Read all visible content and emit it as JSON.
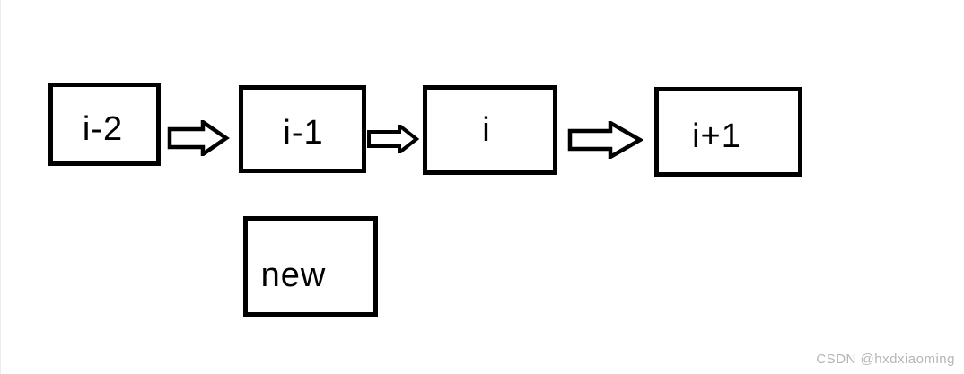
{
  "page": {
    "background": "#ffffff",
    "edge_line_color": "#ececec"
  },
  "diagram": {
    "kind": "linked-list-insertion",
    "nodes": [
      {
        "label": "i-2"
      },
      {
        "label": "i-1"
      },
      {
        "label": "i"
      },
      {
        "label": "i+1"
      },
      {
        "label": "new"
      }
    ],
    "arrows": [
      {
        "from": "i-2",
        "to": "i-1",
        "icon": "right-block-arrow"
      },
      {
        "from": "i-1",
        "to": "i",
        "icon": "right-block-arrow"
      },
      {
        "from": "i",
        "to": "i+1",
        "icon": "right-block-arrow"
      }
    ],
    "colors": {
      "node_border": "#000000",
      "node_fill": "#ffffff",
      "arrow_outline": "#000000",
      "arrow_fill": "#ffffff"
    }
  },
  "watermark": {
    "text": "CSDN @hxdxiaoming",
    "color": "#b5b5b5"
  }
}
